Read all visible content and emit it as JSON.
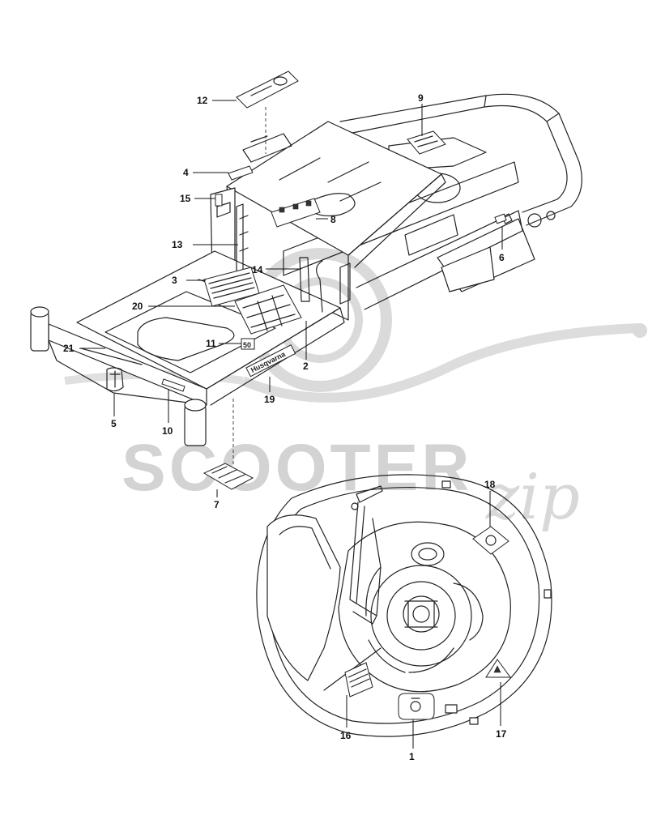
{
  "watermark": {
    "brand_text": "SCOOTER",
    "script_text": "zip"
  },
  "decals": {
    "frame_brand": "Husqvarna",
    "label_11": "50"
  },
  "callouts": [
    "1",
    "2",
    "3",
    "4",
    "5",
    "6",
    "7",
    "8",
    "9",
    "10",
    "11",
    "12",
    "13",
    "14",
    "15",
    "16",
    "17",
    "18",
    "19",
    "20",
    "21"
  ]
}
